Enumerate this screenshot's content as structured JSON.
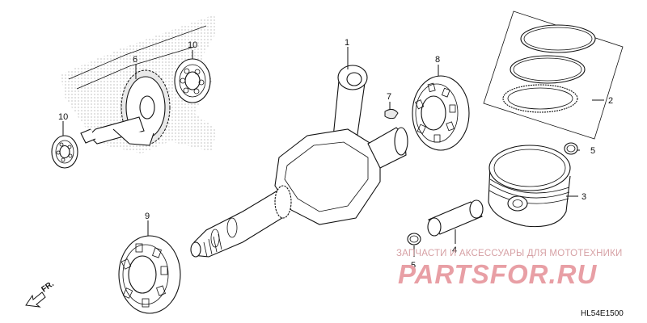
{
  "callouts": [
    {
      "id": "crankshaft",
      "label": "1"
    },
    {
      "id": "piston-ring-set",
      "label": "2"
    },
    {
      "id": "piston",
      "label": "3"
    },
    {
      "id": "piston-pin",
      "label": "4"
    },
    {
      "id": "piston-pin-clip-upper",
      "label": "5"
    },
    {
      "id": "piston-pin-clip-lower",
      "label": "5"
    },
    {
      "id": "balancer-gear",
      "label": "6"
    },
    {
      "id": "woodruff-key",
      "label": "7"
    },
    {
      "id": "bearing-right",
      "label": "8"
    },
    {
      "id": "bearing-left",
      "label": "9"
    },
    {
      "id": "balancer-bearing-upper",
      "label": "10"
    },
    {
      "id": "balancer-bearing-lower",
      "label": "10"
    }
  ],
  "direction_label": "FR.",
  "diagram_code": "HL54E1500",
  "watermark": {
    "subtitle": "ЗАПЧАСТИ И АКСЕССУАРЫ ДЛЯ МОТОТЕХНИКИ",
    "brand": "PARTSFOR.RU"
  },
  "colors": {
    "line": "#111111",
    "watermark": "#e89fa5",
    "watermark_subtitle": "#d6a0a4",
    "hatch": "#bdbdbd"
  }
}
